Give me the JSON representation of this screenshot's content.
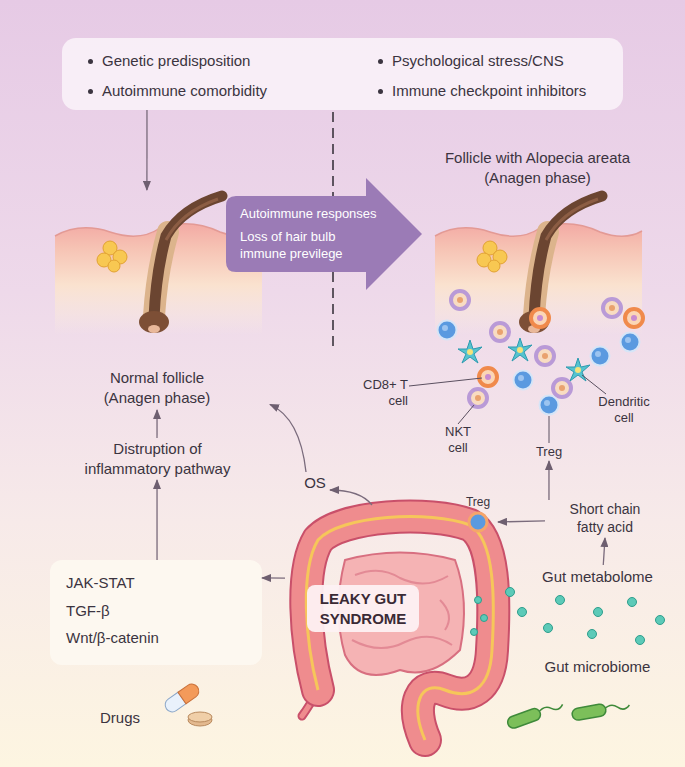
{
  "diagram": {
    "nodes": [
      {
        "text": [
          "Genetic predisposition",
          "Autoimmune comorbidity",
          "Psychological stress/CNS",
          "Immune checkpoint inhibitors"
        ]
      },
      {
        "text": [
          "Normal follicle (Anagen phase)"
        ]
      },
      {
        "text": [
          "Autoimmune responses",
          "Loss of hair bulb immune previlege"
        ]
      },
      {
        "text": [
          "Follicle with Alopecia areata (Anagen phase)"
        ]
      },
      {
        "text": [
          "Distruption of inflammatory pathway"
        ]
      },
      {
        "text": [
          "JAK-STAT",
          "TGF-β",
          "Wnt/β-catenin"
        ]
      },
      {
        "text": [
          "OS"
        ]
      },
      {
        "text": [
          "LEAKY GUT SYNDROME"
        ]
      },
      {
        "text": [
          "Short chain fatty acid"
        ]
      },
      {
        "text": [
          "Gut metabolome"
        ]
      },
      {
        "text": [
          "Gut microbiome"
        ]
      },
      {
        "text": [
          "Drugs"
        ]
      },
      {
        "text": [
          "Treg"
        ]
      },
      {
        "text": [
          "Treg"
        ]
      }
    ],
    "edges": [
      {
        "from": 0,
        "to": 1,
        "arrow": "to"
      },
      {
        "from": 5,
        "to": 4,
        "arrow": "to"
      },
      {
        "from": 4,
        "to": 1,
        "arrow": "to"
      },
      {
        "from": 7,
        "to": 5,
        "arrow": "to"
      },
      {
        "from": 7,
        "to": 6,
        "arrow": "to"
      },
      {
        "from": 6,
        "to": 1,
        "arrow": "to"
      },
      {
        "from": 9,
        "to": 8,
        "arrow": "to"
      },
      {
        "from": 8,
        "to": 13,
        "arrow": "to"
      },
      {
        "from": 8,
        "to": 12,
        "arrow": "to"
      }
    ],
    "labels": [
      "CD8+ T cell",
      "NKT cell",
      "Dendritic cell"
    ]
  }
}
